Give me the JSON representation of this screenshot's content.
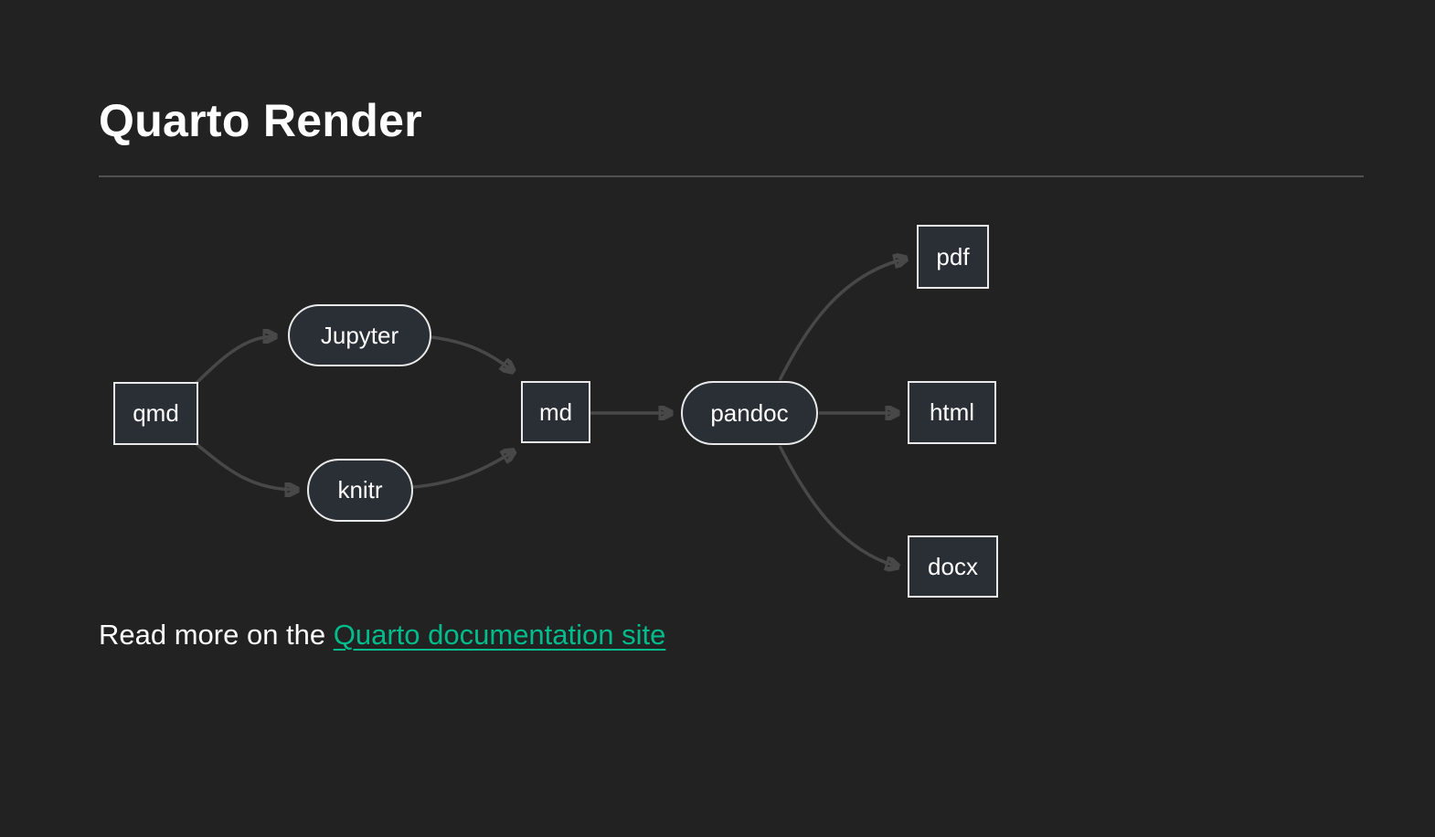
{
  "page": {
    "title": "Quarto Render"
  },
  "diagram": {
    "type": "flowchart",
    "direction": "left-to-right",
    "nodes": [
      {
        "id": "qmd",
        "label": "qmd",
        "shape": "rect"
      },
      {
        "id": "jupyter",
        "label": "Jupyter",
        "shape": "stadium"
      },
      {
        "id": "knitr",
        "label": "knitr",
        "shape": "stadium"
      },
      {
        "id": "md",
        "label": "md",
        "shape": "rect"
      },
      {
        "id": "pandoc",
        "label": "pandoc",
        "shape": "stadium"
      },
      {
        "id": "pdf",
        "label": "pdf",
        "shape": "rect"
      },
      {
        "id": "html",
        "label": "html",
        "shape": "rect"
      },
      {
        "id": "docx",
        "label": "docx",
        "shape": "rect"
      }
    ],
    "edges": [
      {
        "from": "qmd",
        "to": "jupyter"
      },
      {
        "from": "qmd",
        "to": "knitr"
      },
      {
        "from": "jupyter",
        "to": "md"
      },
      {
        "from": "knitr",
        "to": "md"
      },
      {
        "from": "md",
        "to": "pandoc"
      },
      {
        "from": "pandoc",
        "to": "pdf"
      },
      {
        "from": "pandoc",
        "to": "html"
      },
      {
        "from": "pandoc",
        "to": "docx"
      }
    ]
  },
  "footer": {
    "prefix": "Read more on the ",
    "link_label": "Quarto documentation site"
  },
  "colors": {
    "background": "#222222",
    "node_fill": "#2a2e35",
    "node_border": "#e9e9e9",
    "edge": "#484848",
    "link": "#00bc8c",
    "text": "#ffffff",
    "rule": "#515151"
  }
}
